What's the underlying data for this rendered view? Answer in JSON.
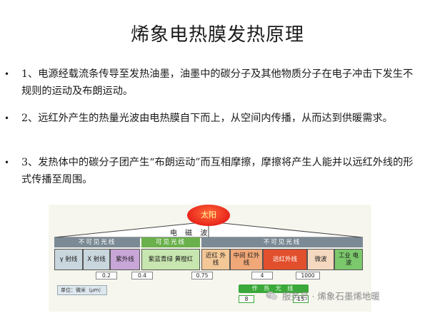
{
  "slide": {
    "title": "烯象电热膜发热原理",
    "bullets": [
      "1、电源经载流条传导至发热油墨，油墨中的碳分子及其他物质分子在电子冲击下发生不规则的运动及布朗运动。",
      "2、远红外产生的热量光波由电热膜自下而上，从空间内传播，从而达到供暖需求。",
      "3、发热体中的碳分子团产生“布朗运动”而互相摩擦，摩擦将产生人能并以远红外线的形式传播至周围。"
    ]
  },
  "spectrum": {
    "sun_label": "太阳",
    "wave_label": "电 磁 波",
    "headers": {
      "left_invisible": "不可见光线",
      "visible": "可见光线",
      "right_invisible": "不可见光线"
    },
    "bands": [
      {
        "label": "γ 射线",
        "color": "#c9d6de"
      },
      {
        "label": "X 射线",
        "color": "#c9d6de"
      },
      {
        "label": "紫外线",
        "color": "#c8a6d8"
      },
      {
        "label": "紫蓝青绿 黄橙红",
        "color": "#c8e6b0"
      },
      {
        "label": "近红 外线",
        "color": "#f3c796"
      },
      {
        "label": "中间 红外线",
        "color": "#f0a878"
      },
      {
        "label": "远红外线",
        "color": "#e24f2c"
      },
      {
        "label": "微波",
        "color": "#f4d8c0"
      },
      {
        "label": "工业 电波",
        "color": "#7cc86c"
      }
    ],
    "ticks": [
      "0.2",
      "0.4",
      "0.75",
      "4",
      "1000"
    ],
    "unit": "单位：微米（μm）",
    "work_range": "作 热 光 线",
    "range_ticks": [
      "8",
      "15"
    ]
  },
  "watermark": {
    "text": "服务号 · 烯象石墨烯地暖",
    "icon": "wechat-icon"
  }
}
